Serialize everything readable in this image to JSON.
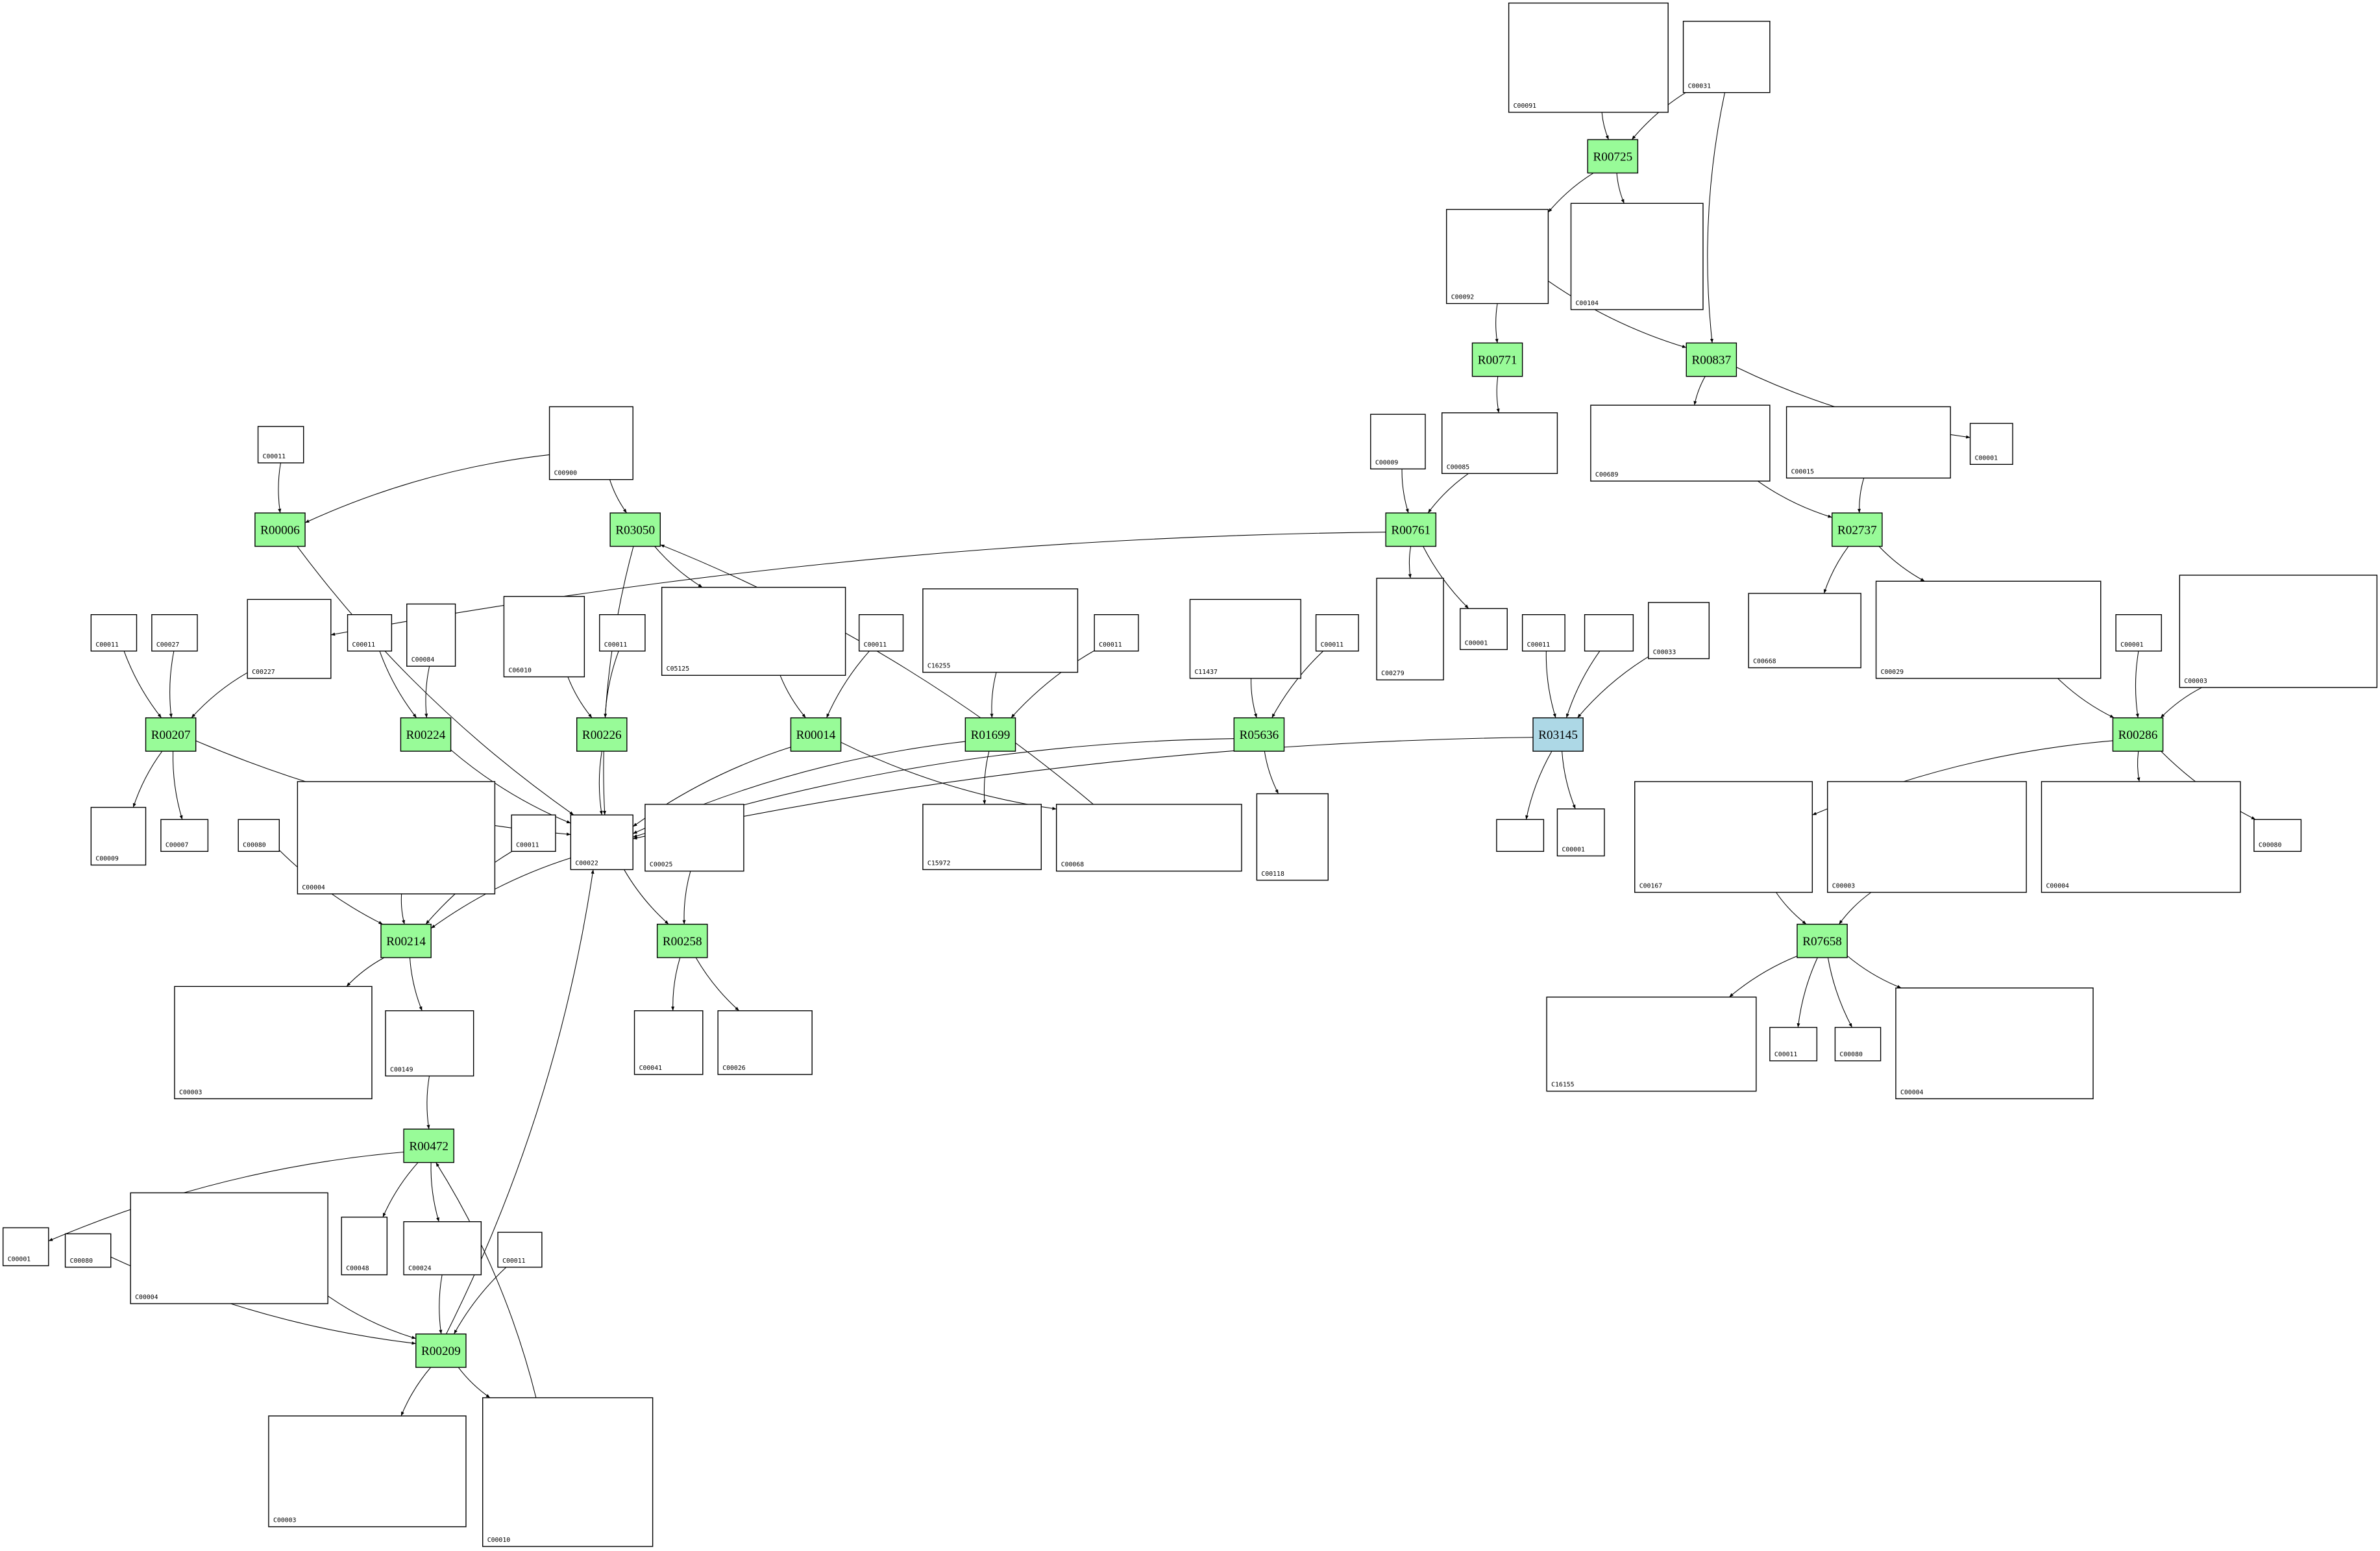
{
  "reactions": [
    {
      "id": "R00725",
      "color": "#98fb98"
    },
    {
      "id": "R00771",
      "color": "#98fb98"
    },
    {
      "id": "R00837",
      "color": "#98fb98"
    },
    {
      "id": "R00006",
      "color": "#98fb98"
    },
    {
      "id": "R03050",
      "color": "#98fb98"
    },
    {
      "id": "R00761",
      "color": "#98fb98"
    },
    {
      "id": "R02737",
      "color": "#98fb98"
    },
    {
      "id": "R00207",
      "color": "#98fb98"
    },
    {
      "id": "R00224",
      "color": "#98fb98"
    },
    {
      "id": "R00226",
      "color": "#98fb98"
    },
    {
      "id": "R00014",
      "color": "#98fb98"
    },
    {
      "id": "R01699",
      "color": "#98fb98"
    },
    {
      "id": "R05636",
      "color": "#98fb98"
    },
    {
      "id": "R03145",
      "color": "#add8e6"
    },
    {
      "id": "R00286",
      "color": "#98fb98"
    },
    {
      "id": "R00214",
      "color": "#98fb98"
    },
    {
      "id": "R00258",
      "color": "#98fb98"
    },
    {
      "id": "R07658",
      "color": "#98fb98"
    },
    {
      "id": "R00472",
      "color": "#98fb98"
    },
    {
      "id": "R00209",
      "color": "#98fb98"
    }
  ],
  "compounds": [
    "C00091",
    "C00031",
    "C00092",
    "C00104",
    "C00011",
    "C00900",
    "C00009",
    "C00085",
    "C00689",
    "C00015",
    "C00001",
    "C00011",
    "C00027",
    "C00227",
    "C00011",
    "C00084",
    "C06010",
    "C00011",
    "C05125",
    "C00011",
    "C16255",
    "C00011",
    "C11437",
    "C00011",
    "C00279",
    "C00001",
    "C00011",
    "",
    "C00033",
    "C00668",
    "C00029",
    "C00001",
    "C00003",
    "C00009",
    "C00007",
    "C00080",
    "C00004",
    "C00011",
    "C00022",
    "C00025",
    "C15972",
    "C00068",
    "C00118",
    "",
    "C00001",
    "C00167",
    "C00003",
    "C00004",
    "C00080",
    "C00003",
    "C00149",
    "C00041",
    "C00026",
    "C16155",
    "C00011",
    "C00080",
    "C00004",
    "C00001",
    "C00080",
    "C00004",
    "C00048",
    "C00024",
    "C00011",
    "C00003",
    "C00010"
  ],
  "edges": [
    [
      "c0",
      "R00725"
    ],
    [
      "c1",
      "R00725"
    ],
    [
      "R00725",
      "c2"
    ],
    [
      "R00725",
      "c3"
    ],
    [
      "c1",
      "R00837"
    ],
    [
      "c2",
      "R00837"
    ],
    [
      "c2",
      "R00771"
    ],
    [
      "R00771",
      "c7"
    ],
    [
      "R00837",
      "c8"
    ],
    [
      "R00837",
      "c10"
    ],
    [
      "c4",
      "R00006"
    ],
    [
      "c5",
      "R00006"
    ],
    [
      "R00006",
      "c38"
    ],
    [
      "c5",
      "R03050"
    ],
    [
      "R03050",
      "c38"
    ],
    [
      "R03050",
      "c18"
    ],
    [
      "c6",
      "R00761"
    ],
    [
      "c7",
      "R00761"
    ],
    [
      "R00761",
      "c13"
    ],
    [
      "R00761",
      "c24"
    ],
    [
      "R00761",
      "c25"
    ],
    [
      "c8",
      "R02737"
    ],
    [
      "c9",
      "R02737"
    ],
    [
      "R02737",
      "c29"
    ],
    [
      "R02737",
      "c30"
    ],
    [
      "c11",
      "R00207"
    ],
    [
      "c12",
      "R00207"
    ],
    [
      "c13",
      "R00207"
    ],
    [
      "R00207",
      "c33"
    ],
    [
      "R00207",
      "c34"
    ],
    [
      "R00207",
      "c38"
    ],
    [
      "c14",
      "R00224"
    ],
    [
      "c15",
      "R00224"
    ],
    [
      "R00224",
      "c38"
    ],
    [
      "c16",
      "R00226"
    ],
    [
      "c17",
      "R00226"
    ],
    [
      "R00226",
      "c38"
    ],
    [
      "c18",
      "R00014"
    ],
    [
      "c19",
      "R00014"
    ],
    [
      "R00014",
      "c38"
    ],
    [
      "R00014",
      "c41"
    ],
    [
      "c20",
      "R01699"
    ],
    [
      "c21",
      "R01699"
    ],
    [
      "R01699",
      "c38"
    ],
    [
      "R01699",
      "c40"
    ],
    [
      "c22",
      "R05636"
    ],
    [
      "c23",
      "R05636"
    ],
    [
      "R05636",
      "c38"
    ],
    [
      "R05636",
      "c42"
    ],
    [
      "c26",
      "R03145"
    ],
    [
      "c27",
      "R03145"
    ],
    [
      "c28",
      "R03145"
    ],
    [
      "R03145",
      "c38"
    ],
    [
      "R03145",
      "c43"
    ],
    [
      "R03145",
      "c44"
    ],
    [
      "c30",
      "R00286"
    ],
    [
      "c31",
      "R00286"
    ],
    [
      "c32",
      "R00286"
    ],
    [
      "R00286",
      "c45"
    ],
    [
      "R00286",
      "c47"
    ],
    [
      "R00286",
      "c48"
    ],
    [
      "c41",
      "R03050"
    ],
    [
      "c35",
      "R00214"
    ],
    [
      "c36",
      "R00214"
    ],
    [
      "c37",
      "R00214"
    ],
    [
      "c38",
      "R00214"
    ],
    [
      "R00214",
      "c49"
    ],
    [
      "R00214",
      "c50"
    ],
    [
      "c38",
      "R00258"
    ],
    [
      "c39",
      "R00258"
    ],
    [
      "R00258",
      "c51"
    ],
    [
      "R00258",
      "c52"
    ],
    [
      "c45",
      "R07658"
    ],
    [
      "c46",
      "R07658"
    ],
    [
      "R07658",
      "c53"
    ],
    [
      "R07658",
      "c54"
    ],
    [
      "R07658",
      "c55"
    ],
    [
      "R07658",
      "c56"
    ],
    [
      "c50",
      "R00472"
    ],
    [
      "R00472",
      "c57"
    ],
    [
      "R00472",
      "c60"
    ],
    [
      "R00472",
      "c61"
    ],
    [
      "c64",
      "R00472"
    ],
    [
      "c58",
      "R00209"
    ],
    [
      "c59",
      "R00209"
    ],
    [
      "c61",
      "R00209"
    ],
    [
      "c62",
      "R00209"
    ],
    [
      "R00209",
      "c38"
    ],
    [
      "R00209",
      "c63"
    ],
    [
      "R00209",
      "c64"
    ]
  ]
}
